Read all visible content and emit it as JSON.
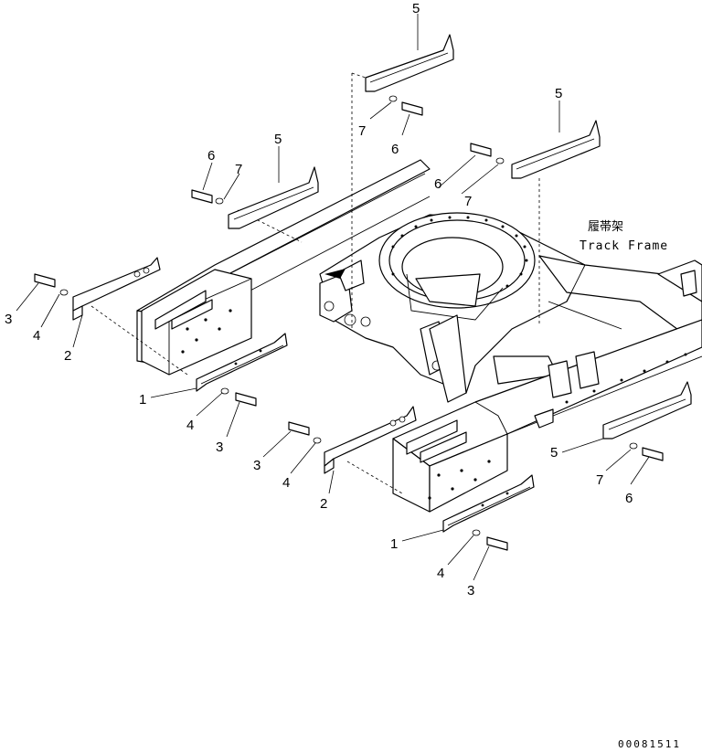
{
  "title": {
    "jp": "履帯架",
    "en": "Track Frame"
  },
  "document_id": "00081511",
  "callouts": [
    {
      "id": "c5a",
      "text": "5"
    },
    {
      "id": "c7a",
      "text": "7"
    },
    {
      "id": "c6a",
      "text": "6"
    },
    {
      "id": "c5b",
      "text": "5"
    },
    {
      "id": "c6b",
      "text": "6"
    },
    {
      "id": "c7b",
      "text": "7"
    },
    {
      "id": "c5c",
      "text": "5"
    },
    {
      "id": "c6c",
      "text": "6"
    },
    {
      "id": "c7c",
      "text": "7"
    },
    {
      "id": "c3a",
      "text": "3"
    },
    {
      "id": "c4a",
      "text": "4"
    },
    {
      "id": "c2a",
      "text": "2"
    },
    {
      "id": "c1a",
      "text": "1"
    },
    {
      "id": "c4b",
      "text": "4"
    },
    {
      "id": "c3b",
      "text": "3"
    },
    {
      "id": "c3c",
      "text": "3"
    },
    {
      "id": "c4c",
      "text": "4"
    },
    {
      "id": "c2b",
      "text": "2"
    },
    {
      "id": "c5d",
      "text": "5"
    },
    {
      "id": "c7d",
      "text": "7"
    },
    {
      "id": "c6d",
      "text": "6"
    },
    {
      "id": "c1b",
      "text": "1"
    },
    {
      "id": "c4d",
      "text": "4"
    },
    {
      "id": "c3d",
      "text": "3"
    }
  ]
}
